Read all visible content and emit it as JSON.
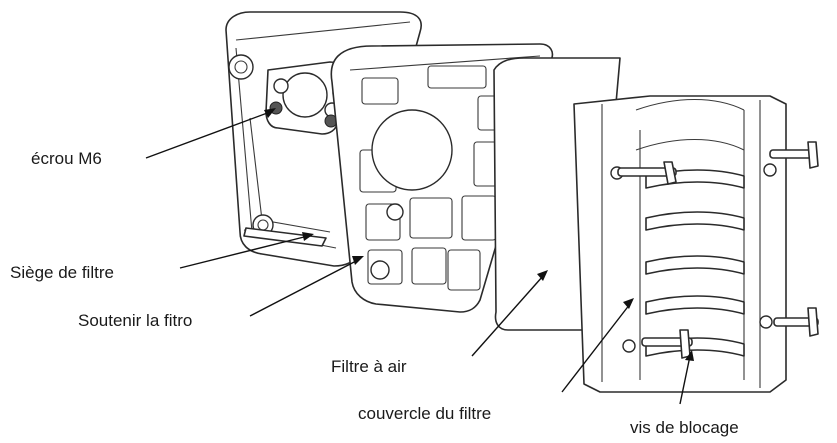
{
  "labels": {
    "nut": "écrou M6",
    "seat": "Siège de filtre",
    "support": "Soutenir la fitro",
    "air_filter": "Filtre à air",
    "cover": "couvercle du filtre",
    "screw": "vis de blocage"
  }
}
